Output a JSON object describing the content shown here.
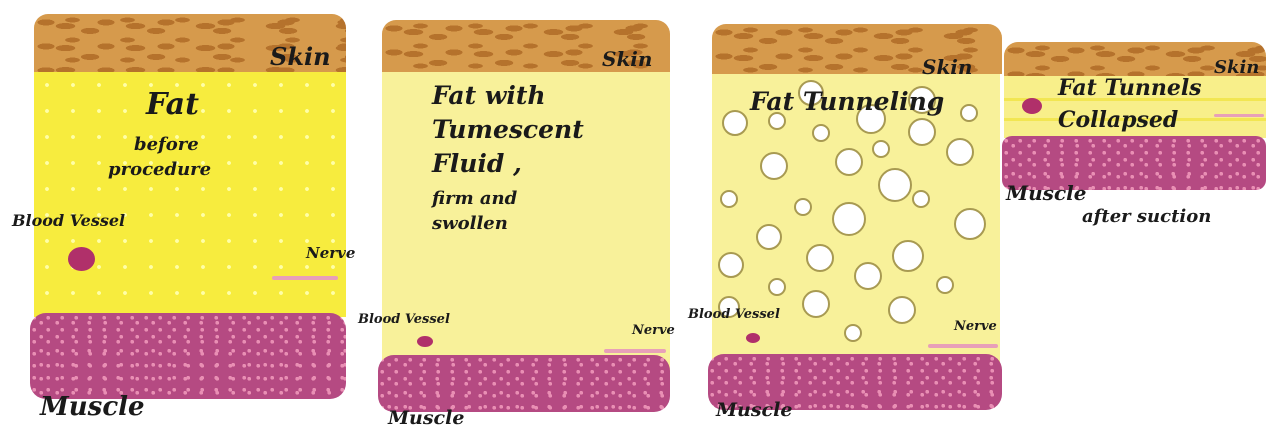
{
  "panels": [
    {
      "skin_label": "Skin",
      "fat_label": "Fat",
      "fat_sublabel_1": "before",
      "fat_sublabel_2": "procedure",
      "vessel_label": "Blood Vessel",
      "nerve_label": "Nerve",
      "muscle_label": "Muscle"
    },
    {
      "skin_label": "Skin",
      "fat_label_1": "Fat with",
      "fat_label_2": "Tumescent",
      "fat_label_3": "Fluid ,",
      "fat_sublabel_1": "firm and",
      "fat_sublabel_2": "swollen",
      "vessel_label": "Blood Vessel",
      "nerve_label": "Nerve",
      "muscle_label": "Muscle"
    },
    {
      "skin_label": "Skin",
      "fat_label": "Fat Tunneling",
      "vessel_label": "Blood Vessel",
      "nerve_label": "Nerve",
      "muscle_label": "Muscle"
    },
    {
      "skin_label": "Skin",
      "fat_label_1": "Fat Tunnels",
      "fat_label_2": "Collapsed",
      "muscle_label": "Muscle",
      "muscle_sublabel": "after suction"
    }
  ],
  "colors": {
    "skin": "#d69a4c",
    "fat_before": "#f7ec3e",
    "fat_tumescent": "#f8f19a",
    "muscle": "#b54a82",
    "vessel": "#b0306a",
    "nerve": "#e8a0b8"
  }
}
